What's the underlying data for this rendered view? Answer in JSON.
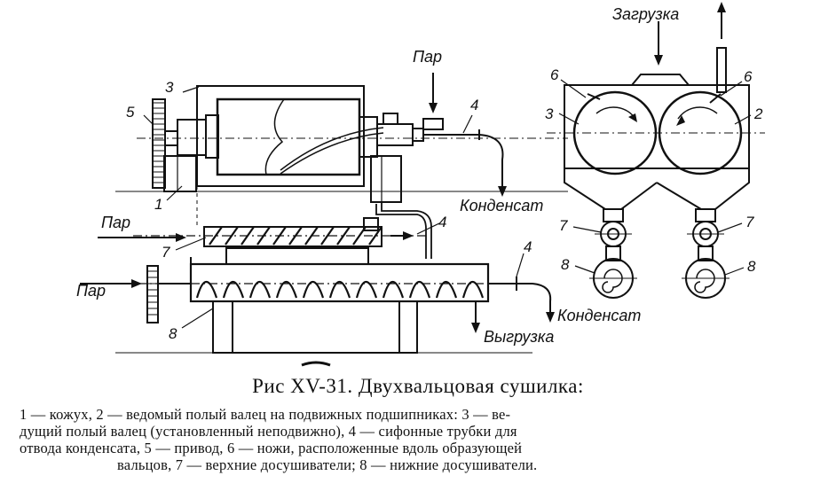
{
  "labels": {
    "par_top": "Пар",
    "par_middle": "Пар",
    "par_bottom": "Пар",
    "kondensat_top": "Конденсат",
    "kondensat_bottom": "Конденсат",
    "vygruzka": "Выгрузка",
    "zagruzka": "Загрузка"
  },
  "numbers": {
    "n1": "1",
    "n2": "2",
    "n3": "3",
    "n4": "4",
    "n5": "5",
    "n6": "6",
    "n7": "7",
    "n8": "8"
  },
  "caption": {
    "title": "Рис XV-31. Двухвальцовая сушилка:",
    "line1": "1 — кожух, 2 — ведомый полый валец на подвижных подшипниках: 3 — ве-",
    "line2": "дущий полый валец (установленный неподвижно), 4 — сифонные трубки для",
    "line3": "отвода конденсата, 5 — привод, 6 — ножи, расположенные вдоль образующей",
    "line4": "вальцов, 7 — верхние досушиватели; 8 — нижние досушиватели."
  },
  "colors": {
    "ink": "#111111",
    "paper": "#ffffff"
  }
}
